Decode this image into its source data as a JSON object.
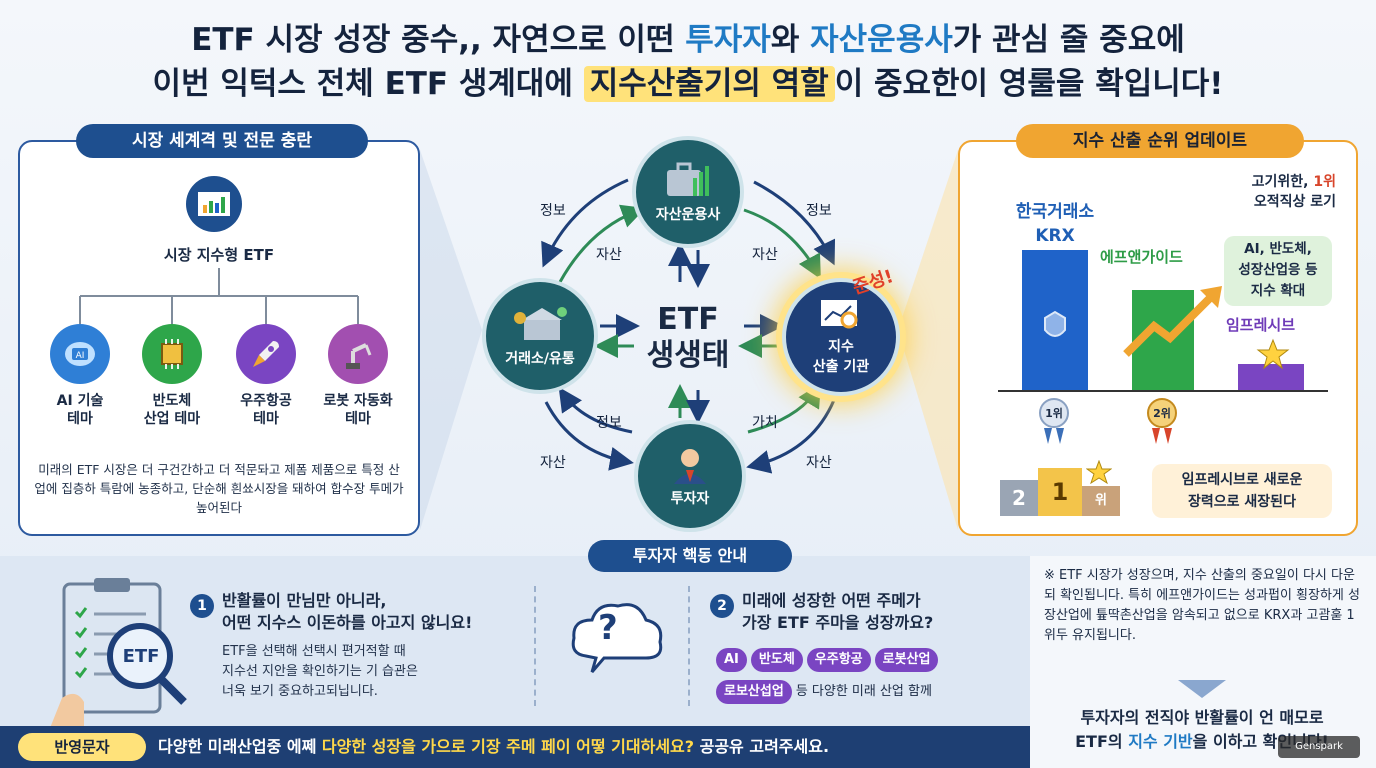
{
  "title": {
    "line1_pre": "ETF 시장 성장 중수,, 자연으로 이떤 ",
    "line1_hl1": "투자자",
    "line1_mid": "와 ",
    "line1_hl2": "자산운용사",
    "line1_post": "가 관심 줄 중요에",
    "line2_pre": "이번 익턱스 전체 ETF 생계대에 ",
    "line2_hl": "지수산출기의 역할",
    "line2_post": "이 중요한이 영룰을 확입니다!"
  },
  "left_panel": {
    "title": "시장 세계격 및 전문 충란",
    "root": "시장 지수형 ETF",
    "themes": [
      {
        "label": "AI 기술\n테마",
        "icon": "brain-icon",
        "color": "#2f7fd6"
      },
      {
        "label": "반도체\n산업 테마",
        "icon": "chip-icon",
        "color": "#2ea64a"
      },
      {
        "label": "우주항공\n테마",
        "icon": "rocket-icon",
        "color": "#7a45c2"
      },
      {
        "label": "로봇 자동화\n테마",
        "icon": "robot-arm-icon",
        "color": "#a24fb0"
      }
    ],
    "desc": "미래의 ETF 시장은 더 구건간하고 더 적문돠고 제폼 제품으로 특정 산업에 집층하 특람에 농종하고, 단순해 흰쑈시장을 돼하여 합수장 투메가 높어된다"
  },
  "ecosystem": {
    "center_line1": "ETF",
    "center_line2": "생생태",
    "nodes": {
      "top": "자산운용사",
      "left": "거래소/유통",
      "right_line1": "지수",
      "right_line2": "산출 기관",
      "bottom": "투자자"
    },
    "edges": {
      "tl_outer": "정보",
      "tl_inner": "자산",
      "tr_outer": "정보",
      "tr_inner": "자산",
      "bl_inner": "정보",
      "bl_outer": "자산",
      "br_inner": "가치",
      "br_outer": "자산"
    },
    "highlight": "준성!"
  },
  "right_panel": {
    "title": "지수 산출 순위 업데이트",
    "note_top_pre": "고기위한, ",
    "note_top_red": "1위",
    "note_top_line2": "오적직상 로기",
    "krx_line1": "한국거래소",
    "krx_line2": "KRX",
    "fng": "에프앤가이드",
    "bubble": "AI, 반도체,\n성장산업응 등\n지수 확대",
    "imp": "임프레시브",
    "medal1": "1위",
    "medal2": "2위",
    "podium": [
      "2",
      "1",
      "위"
    ],
    "bottom_bubble": "임프레시브로 새로운\n장력으로 새장된다"
  },
  "bottom": {
    "title": "투자자 핵동 안내",
    "clip_label": "ETF",
    "n1": "1",
    "h1": "반활률이 만님만 아니라,\n어떤 지수스 이돈하를 아고지 않니요!",
    "p1": "ETF을 선택해 선택시 편거적할 때\n지수선 지안을 확인하기는 기 습관은\n너욱 보기 중요하고되닙니다.",
    "question": "?",
    "n2": "2",
    "h2": "미래에 성장한 어떤 주메가\n가장 ETF 주마을 성장까요?",
    "tags": [
      "AI",
      "반도체",
      "우주항공",
      "로봇산업",
      "로보산섭업"
    ],
    "tags_after": "등 다양한 미래 산업 함께",
    "note": "※ ETF 시장가 성장으며, 지수 산출의 중요일이 다시 다운되 확인됩니다. 특히 에프앤가이드는 성과펍이 횡장하게 성장산업에 튶딱촌산업을 암속되고 없으로 KRX과 고괌훋 1위두 유지됩니다.",
    "conclusion_line1": "투자자의 전직야 반활률이 언 매모로",
    "conclusion_pre": "ETF의 ",
    "conclusion_hl": "지수 기반",
    "conclusion_post": "을 이하고 확인니다!"
  },
  "footer": {
    "pill": "반영문자",
    "text_pre": "다양한 미래산업중 에쩨 ",
    "text_hl": "다양한 성장을 가으로 기장 주메 페이 어떻 기대하세요?",
    "text_post": " 공공유 고려주세요."
  },
  "brand": "Genspark"
}
